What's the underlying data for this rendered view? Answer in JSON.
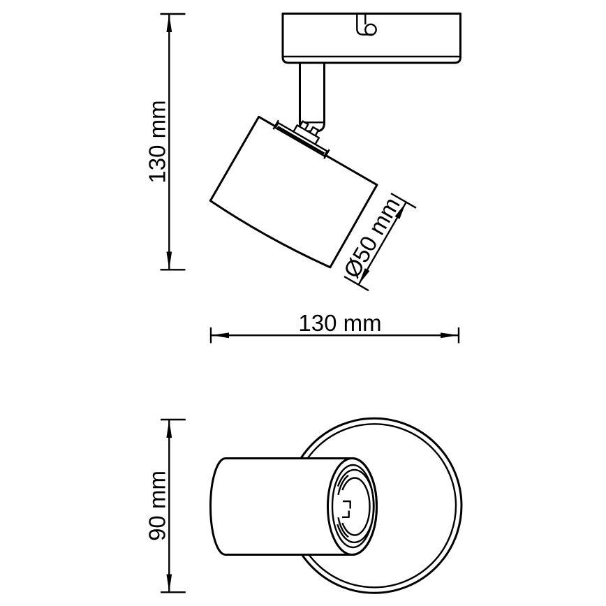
{
  "colors": {
    "line": "#000000",
    "background": "#ffffff"
  },
  "drawing_type": "technical-dimension-drawing",
  "subject": "ceiling spotlight luminaire",
  "views": {
    "side": {
      "name": "side view (spot tilted)",
      "dimensions": {
        "height": {
          "label": "130 mm",
          "value": 130,
          "unit": "mm",
          "orientation": "vertical"
        },
        "width": {
          "label": "130 mm",
          "value": 130,
          "unit": "mm",
          "orientation": "horizontal"
        },
        "head_diameter": {
          "label": "Ø50 mm",
          "value": 50,
          "unit": "mm",
          "orientation": "diagonal"
        }
      }
    },
    "front": {
      "name": "front view (round canopy with lamp head)",
      "dimensions": {
        "canopy_diameter": {
          "label": "90 mm",
          "value": 90,
          "unit": "mm",
          "orientation": "vertical"
        }
      }
    }
  }
}
